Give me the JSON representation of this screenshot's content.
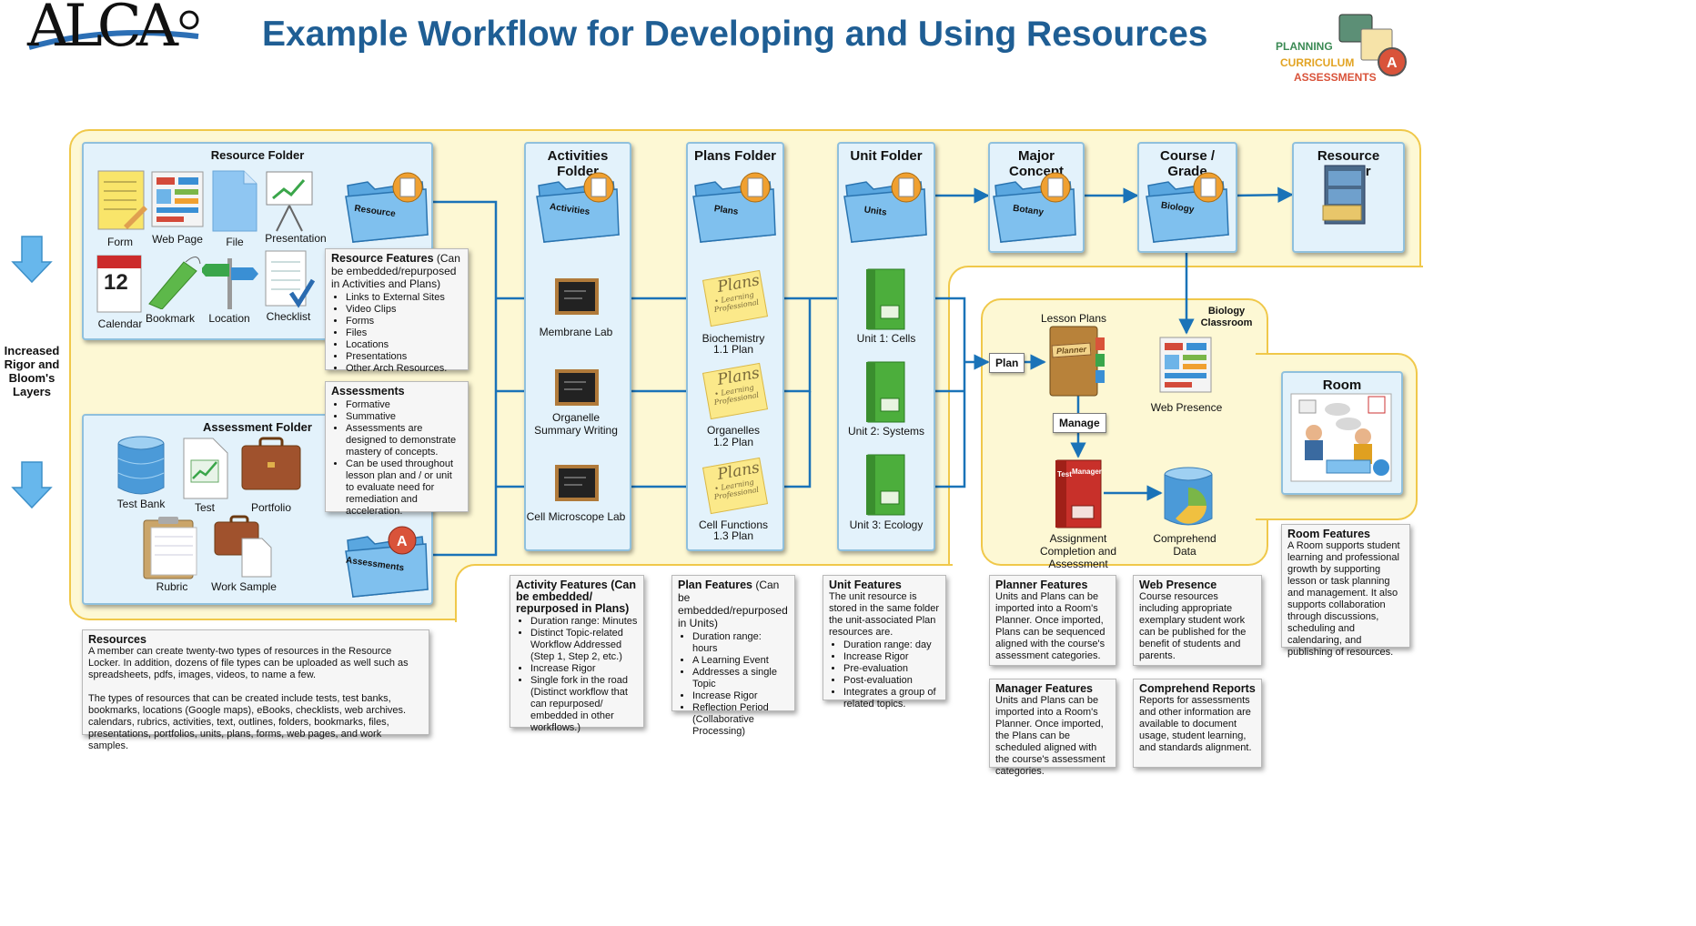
{
  "title": "Example Workflow for Developing and Using Resources",
  "logo": {
    "text": "ALCA"
  },
  "brand": {
    "line1": "PLANNING",
    "line2": "CURRICULUM",
    "line3": "ASSESSMENTS"
  },
  "side_label": "Increased Rigor and Bloom's Layers",
  "resource_folder": {
    "title": "Resource Folder",
    "folder_label": "Resource",
    "items": [
      "Form",
      "Web Page",
      "File",
      "Presentation",
      "Calendar",
      "Bookmark",
      "Location",
      "Checklist"
    ]
  },
  "assessment_folder": {
    "title": "Assessment Folder",
    "folder_label": "Assessments",
    "items": [
      "Test Bank",
      "Test",
      "Portfolio",
      "Rubric",
      "Work Sample"
    ]
  },
  "resource_features": {
    "title": "Resource Features",
    "title_rest": " (Can be embedded/repurposed in Activities and Plans)",
    "items": [
      "Links to External Sites",
      "Video Clips",
      "Forms",
      "Files",
      "Locations",
      "Presentations",
      "Other Arch Resources."
    ]
  },
  "assessments_box": {
    "title": "Assessments",
    "items": [
      "Formative",
      "Summative",
      "Assessments are designed to demonstrate mastery of concepts.",
      "Can be used throughout lesson plan and  / or unit to evaluate need for remediation and acceleration."
    ]
  },
  "activities": {
    "title": "Activities Folder",
    "folder_label": "Activities",
    "items": [
      "Membrane Lab",
      "Organelle Summary Writing",
      "Cell Microscope Lab"
    ]
  },
  "plans": {
    "title": "Plans Folder",
    "folder_label": "Plans",
    "items": [
      {
        "name": "Biochemistry",
        "num": "1.1 Plan"
      },
      {
        "name": "Organelles",
        "num": "1.2 Plan"
      },
      {
        "name": "Cell Functions",
        "num": "1.3 Plan"
      }
    ],
    "card": {
      "title": "Plans",
      "line1": "• Learning",
      "line2": "Professional"
    }
  },
  "units": {
    "title": "Unit Folder",
    "folder_label": "Units",
    "items": [
      "Unit 1: Cells",
      "Unit 2: Systems",
      "Unit 3: Ecology"
    ]
  },
  "major_concept": {
    "title": "Major Concept",
    "folder_label": "Botany"
  },
  "course": {
    "title": "Course / Grade",
    "folder_label": "Biology"
  },
  "locker": {
    "title": "Resource Locker"
  },
  "classroom": {
    "title": "Biology Classroom",
    "lesson_plans": "Lesson Plans",
    "planner_label": "Planner",
    "web_presence": "Web Presence",
    "assignment": "Assignment Completion and Assessment",
    "comprehend": "Comprehend Data",
    "plan_tag": "Plan",
    "manage_tag": "Manage",
    "binder_tab1": "Test",
    "binder_tab2": "Manager"
  },
  "room": {
    "title": "Room"
  },
  "boxes": {
    "resources": {
      "title": "Resources",
      "p1": "A member can create twenty-two types of resources in the Resource Locker. In addition, dozens of file types can be uploaded as well such as spreadsheets, pdfs, images, videos, to name a few.",
      "p2": "The types of resources that can be created include tests, test banks, bookmarks, locations (Google maps), eBooks, checklists, web archives. calendars, rubrics, activities, text, outlines, folders, bookmarks, files, presentations, portfolios, units, plans, forms, web pages, and work samples."
    },
    "activity_features": {
      "title": "Activity Features (Can be embedded/ repurposed in Plans)",
      "items": [
        "Duration range: Minutes",
        "Distinct Topic-related Workflow Addressed (Step 1, Step 2, etc.)",
        "Increase Rigor",
        "Single fork in the road (Distinct workflow that can repurposed/ embedded in other workflows.)"
      ]
    },
    "plan_features": {
      "title": "Plan Features",
      "title_rest": " (Can be embedded/repurposed in Units)",
      "items": [
        "Duration range: hours",
        "A Learning Event",
        "Addresses a single Topic",
        "Increase Rigor",
        "Reflection Period (Collaborative Processing)"
      ]
    },
    "unit_features": {
      "title": "Unit Features",
      "text": "The unit resource is stored in the same folder the unit-associated Plan resources are.",
      "items": [
        "Duration range: day",
        "Increase Rigor",
        "Pre-evaluation",
        "Post-evaluation",
        "Integrates a group of related topics."
      ]
    },
    "planner_features": {
      "title": "Planner Features",
      "text": "Units and Plans can be imported into a Room's Planner. Once imported, Plans can be sequenced aligned with the course's assessment categories."
    },
    "manager_features": {
      "title": "Manager Features",
      "text": "Units and Plans can be imported into a Room's Planner. Once imported, the Plans can be scheduled aligned with the course's assessment categories."
    },
    "web_presence": {
      "title": "Web Presence",
      "text": "Course resources including appropriate exemplary student work can be published for the benefit of students and parents."
    },
    "comprehend_reports": {
      "title": "Comprehend Reports",
      "text": "Reports for assessments and other information are available to document usage, student learning, and standards alignment."
    },
    "room_features": {
      "title": "Room Features",
      "text": "A Room supports student learning and professional growth by supporting lesson or task planning and management. It also supports collaboration through discussions, scheduling and calendaring, and publishing of resources."
    }
  },
  "colors": {
    "title": "#1f5e94",
    "yellow_area": "#fdf8d4",
    "panel": "#e3f2fb",
    "arrow": "#1a73b8",
    "planning": "#3b8a54",
    "curriculum": "#e2a322",
    "assessments": "#d9533a"
  }
}
